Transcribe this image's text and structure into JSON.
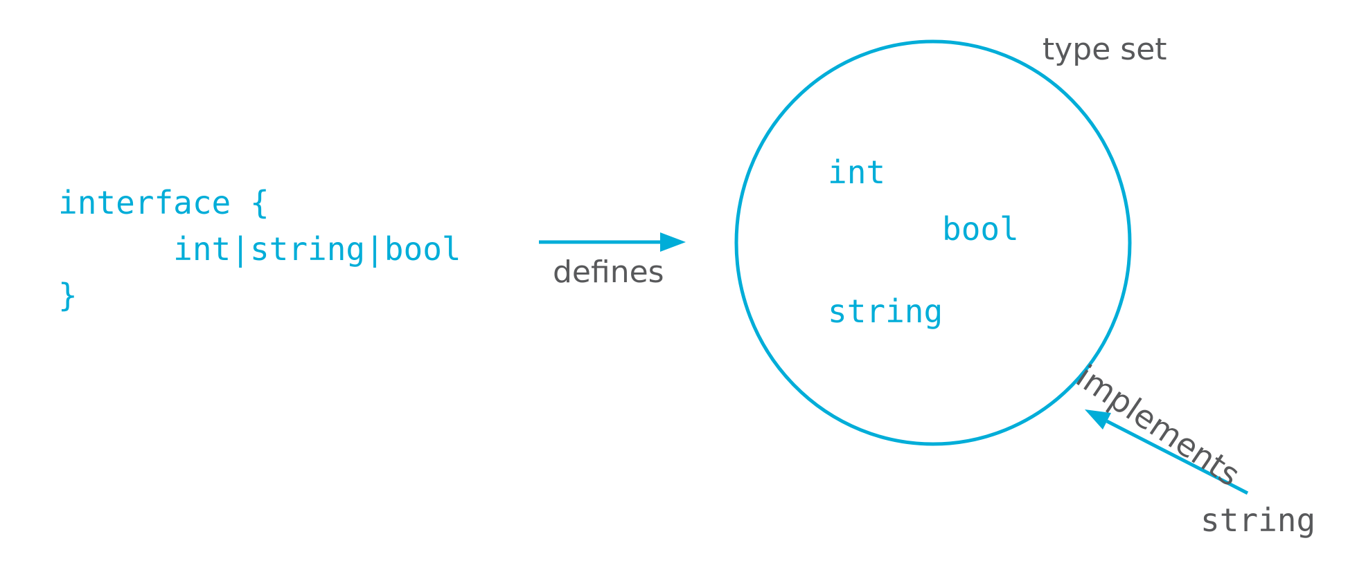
{
  "colors": {
    "accent": "#00ADD8",
    "label_gray": "#58595B",
    "background": "#FFFFFF"
  },
  "code_block": {
    "code": "interface {\n\tint|string|bool\n}"
  },
  "defines_arrow": {
    "label": "defines"
  },
  "type_set": {
    "label": "type set",
    "members": [
      "int",
      "bool",
      "string"
    ]
  },
  "implements_arrow": {
    "label": "implements",
    "implementing_type": "string"
  }
}
